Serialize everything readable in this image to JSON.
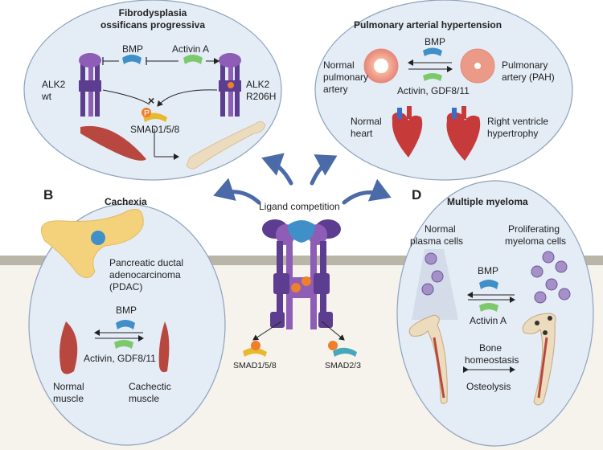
{
  "panels": {
    "top_left": {
      "title_line1": "Fibrodysplasia",
      "title_line2": "ossificans progressiva",
      "bmp": "BMP",
      "activin": "Activin A",
      "alk2_wt_1": "ALK2",
      "alk2_wt_2": "wt",
      "alk2_mut_1": "ALK2",
      "alk2_mut_2": "R206H",
      "smad": "SMAD1/5/8",
      "phospho": "P"
    },
    "top_right": {
      "title": "Pulmonary arterial hypertension",
      "bmp": "BMP",
      "normal_artery_1": "Normal",
      "normal_artery_2": "pulmonary",
      "normal_artery_3": "artery",
      "pah_artery_1": "Pulmonary",
      "pah_artery_2": "artery (PAH)",
      "activin": "Activin, GDF8/11",
      "normal_heart_1": "Normal",
      "normal_heart_2": "heart",
      "rvh_1": "Right ventricle",
      "rvh_2": "hypertrophy"
    },
    "bottom_left": {
      "letter": "B",
      "title": "Cachexia",
      "pdac_1": "Pancreatic ductal",
      "pdac_2": "adenocarcinoma",
      "pdac_3": "(PDAC)",
      "bmp": "BMP",
      "activin": "Activin, GDF8/11",
      "normal_1": "Normal",
      "normal_2": "muscle",
      "cachectic_1": "Cachectic",
      "cachectic_2": "muscle"
    },
    "bottom_right": {
      "letter": "D",
      "title": "Multiple myeloma",
      "normal_pc_1": "Normal",
      "normal_pc_2": "plasma cells",
      "prolif_1": "Proliferating",
      "prolif_2": "myeloma cells",
      "bmp": "BMP",
      "activin": "Activin A",
      "bone_1": "Bone",
      "bone_2": "homeostasis",
      "osteolysis": "Osteolysis"
    },
    "center": {
      "ligand": "Ligand competition",
      "smad158": "SMAD1/5/8",
      "smad23": "SMAD2/3",
      "phospho": "P"
    }
  },
  "colors": {
    "bubble": "#e4ecf6",
    "bubble_stroke": "#8ea2bb",
    "membrane": "#b9b6a8",
    "cytoplasm": "#f5f3ec",
    "receptor_purple": "#5c3d8f",
    "receptor_violet": "#8e5db5",
    "bmp_blue": "#3f8fc9",
    "activin_green": "#7cc96b",
    "phospho_orange": "#ee7f2d",
    "smad_yellow": "#e8b92f",
    "smad_teal": "#45a7ba",
    "arrow_blue": "#4a6aa8",
    "muscle_red": "#b8483f",
    "bone_tan": "#ecdcbd"
  }
}
